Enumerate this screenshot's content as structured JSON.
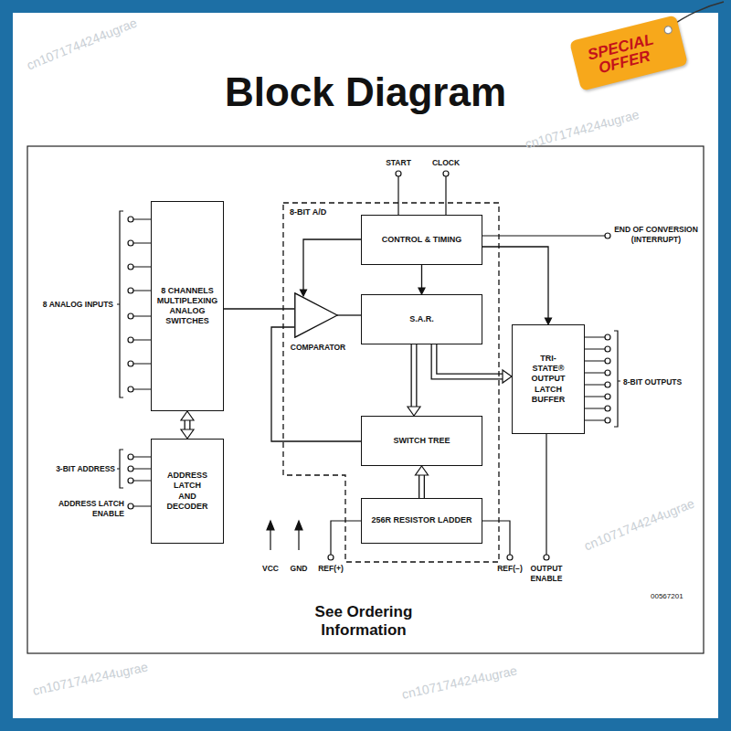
{
  "diagram": {
    "title": "Block Diagram",
    "caption": "See Ordering Information",
    "nodes": [
      {
        "text": [
          "8 CHANNELS MULTIPLEXING ANALOG SWITCHES"
        ]
      },
      {
        "text": [
          "ADDRESS LATCH AND DECODER"
        ]
      },
      {
        "text": [
          "8-BIT A/D"
        ]
      },
      {
        "text": [
          "CONTROL & TIMING"
        ],
        "in": 2
      },
      {
        "text": [
          "COMPARATOR"
        ],
        "in": 2
      },
      {
        "text": [
          "S.A.R."
        ],
        "in": 2
      },
      {
        "text": [
          "SWITCH TREE"
        ],
        "in": 2
      },
      {
        "text": [
          "256R RESISTOR LADDER"
        ],
        "in": 2
      },
      {
        "text": [
          "TRI-STATE® OUTPUT LATCH BUFFER"
        ]
      },
      {
        "text": [
          "SPECIAL OFFER"
        ]
      }
    ],
    "edges": [
      {
        "from": 0,
        "to": 1,
        "arrow": "both"
      },
      {
        "from": 0,
        "to": 4,
        "arrow": "none"
      },
      {
        "from": 3,
        "to": 4,
        "arrow": "to"
      },
      {
        "from": 3,
        "to": 5,
        "arrow": "to"
      },
      {
        "from": 4,
        "to": 5,
        "arrow": "none"
      },
      {
        "from": 5,
        "to": 8,
        "arrow": "to"
      },
      {
        "from": 5,
        "to": 6,
        "arrow": "to"
      },
      {
        "from": 3,
        "to": 8,
        "arrow": "to"
      },
      {
        "from": 7,
        "to": 6,
        "arrow": "to"
      },
      {
        "from": 6,
        "to": 4,
        "arrow": "none"
      }
    ],
    "labels": [
      "START",
      "CLOCK",
      "END OF CONVERSION (INTERRUPT)",
      "8 ANALOG INPUTS",
      "3-BIT ADDRESS",
      "ADDRESS LATCH ENABLE",
      "8-BIT OUTPUTS",
      "VCC",
      "GND",
      "REF(+)",
      "REF(−)",
      "OUTPUT ENABLE",
      "00567201",
      "cn1071744244ugrae",
      "cn1071744244ugrae",
      "cn1071744244ugrae",
      "cn1071744244ugrae",
      "cn1071744244ugrae"
    ]
  }
}
